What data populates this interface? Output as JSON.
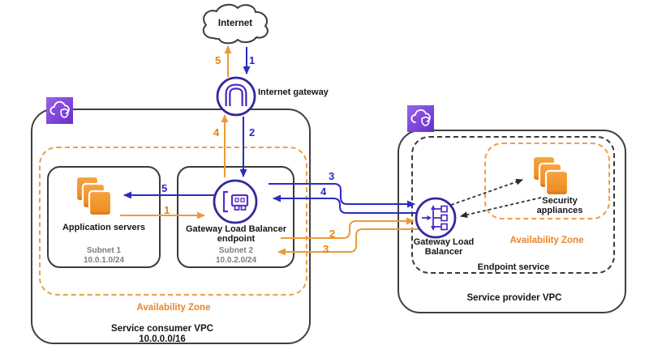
{
  "internet": {
    "label": "Internet"
  },
  "internet_gateway": {
    "label": "Internet gateway"
  },
  "consumer_vpc": {
    "title": "Service consumer VPC",
    "cidr": "10.0.0.0/16",
    "availability_zone": "Availability Zone",
    "subnet1": {
      "resource": "Application servers",
      "name": "Subnet 1",
      "cidr": "10.0.1.0/24"
    },
    "subnet2": {
      "resource": "Gateway Load Balancer endpoint",
      "name": "Subnet 2",
      "cidr": "10.0.2.0/24"
    }
  },
  "provider_vpc": {
    "title": "Service provider VPC",
    "endpoint_service": "Endpoint service",
    "availability_zone": "Availability Zone",
    "gateway_load_balancer": "Gateway Load Balancer",
    "security_appliances": "Security appliances"
  },
  "flows": {
    "inbound": {
      "color": "#2B2BC4",
      "steps": [
        "1",
        "2",
        "3",
        "4",
        "5"
      ]
    },
    "outbound": {
      "color": "#EE9A38",
      "steps": [
        "1",
        "2",
        "3",
        "4",
        "5"
      ]
    }
  }
}
